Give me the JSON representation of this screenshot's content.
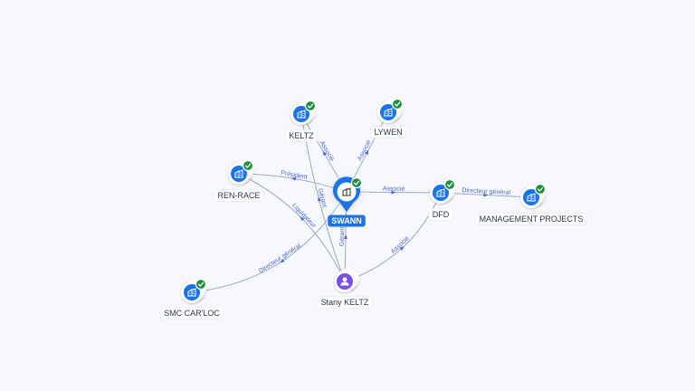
{
  "colors": {
    "background": "#f7f8fb",
    "company_icon": "#1a73e8",
    "person_icon": "#7b4ee8",
    "verified_badge": "#1e8e3e",
    "edge": "#9ea9c6",
    "edge_label": "#4a69d6",
    "center_label_bg": "#1a73e8"
  },
  "nodes": [
    {
      "id": "swann",
      "label": "SWANN",
      "kind": "company-center",
      "icon": "building-icon",
      "verified": true
    },
    {
      "id": "keltz",
      "label": "KELTZ",
      "kind": "company",
      "icon": "building-icon",
      "verified": true
    },
    {
      "id": "lywen",
      "label": "LYWEN",
      "kind": "company",
      "icon": "building-icon",
      "verified": true
    },
    {
      "id": "renrace",
      "label": "REN-RACE",
      "kind": "company",
      "icon": "building-icon",
      "verified": true
    },
    {
      "id": "dfd",
      "label": "DFD",
      "kind": "company",
      "icon": "building-icon",
      "verified": true
    },
    {
      "id": "mgmt",
      "label": "MANAGEMENT PROJECTS",
      "kind": "company",
      "icon": "building-icon",
      "verified": true
    },
    {
      "id": "smc",
      "label": "SMC CAR'LOC",
      "kind": "company",
      "icon": "building-icon",
      "verified": true
    },
    {
      "id": "stany",
      "label": "Stany KELTZ",
      "kind": "person",
      "icon": "person-icon",
      "verified": false
    }
  ],
  "edges": [
    {
      "from": "swann",
      "to": "keltz",
      "label": "Associé"
    },
    {
      "from": "swann",
      "to": "lywen",
      "label": "Associé"
    },
    {
      "from": "swann",
      "to": "renrace",
      "label": "Président"
    },
    {
      "from": "swann",
      "to": "dfd",
      "label": "Associé"
    },
    {
      "from": "swann",
      "to": "smc",
      "label": "Directeur général"
    },
    {
      "from": "stany",
      "to": "swann",
      "label": "Gérant"
    },
    {
      "from": "stany",
      "to": "keltz",
      "label": "Gérant"
    },
    {
      "from": "stany",
      "to": "renrace",
      "label": "Liquidateur"
    },
    {
      "from": "stany",
      "to": "dfd",
      "label": "Associé"
    },
    {
      "from": "dfd",
      "to": "mgmt",
      "label": "Directeur général"
    }
  ]
}
